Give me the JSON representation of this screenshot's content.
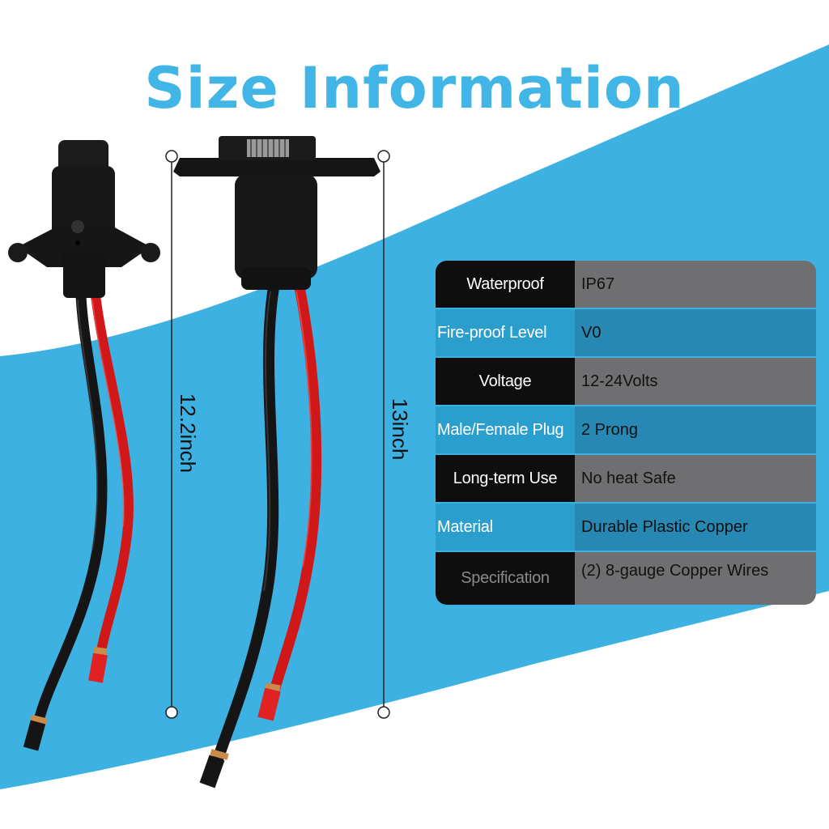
{
  "headline": "Size Information",
  "dimensions": {
    "plug_length": "12.2inch",
    "socket_length": "13inch"
  },
  "specs": [
    {
      "label": "Waterproof",
      "value": "IP67",
      "style": "dark"
    },
    {
      "label": "Fire-proof Level",
      "value": "V0",
      "style": "blue"
    },
    {
      "label": "Voltage",
      "value": "12-24Volts",
      "style": "dark"
    },
    {
      "label": "Male/Female Plug",
      "value": "2 Prong",
      "style": "blue"
    },
    {
      "label": "Long-term Use",
      "value": "No heat Safe",
      "style": "dark"
    },
    {
      "label": "Material",
      "value": "Durable Plastic Copper",
      "style": "blue"
    },
    {
      "label": "Specification",
      "value": "(2) 8-gauge Copper Wires",
      "style": "dark"
    }
  ],
  "colors": {
    "accent_blue": "#41b6e6",
    "band_blue": "#3cb1e2",
    "dark_cell": "#0e0e0e",
    "gray_cell": "#6f6f71",
    "blue_key_cell": "#2a9fce",
    "blue_val_cell": "#2788b4",
    "wire_red": "#d01818",
    "wire_black": "#151515"
  }
}
